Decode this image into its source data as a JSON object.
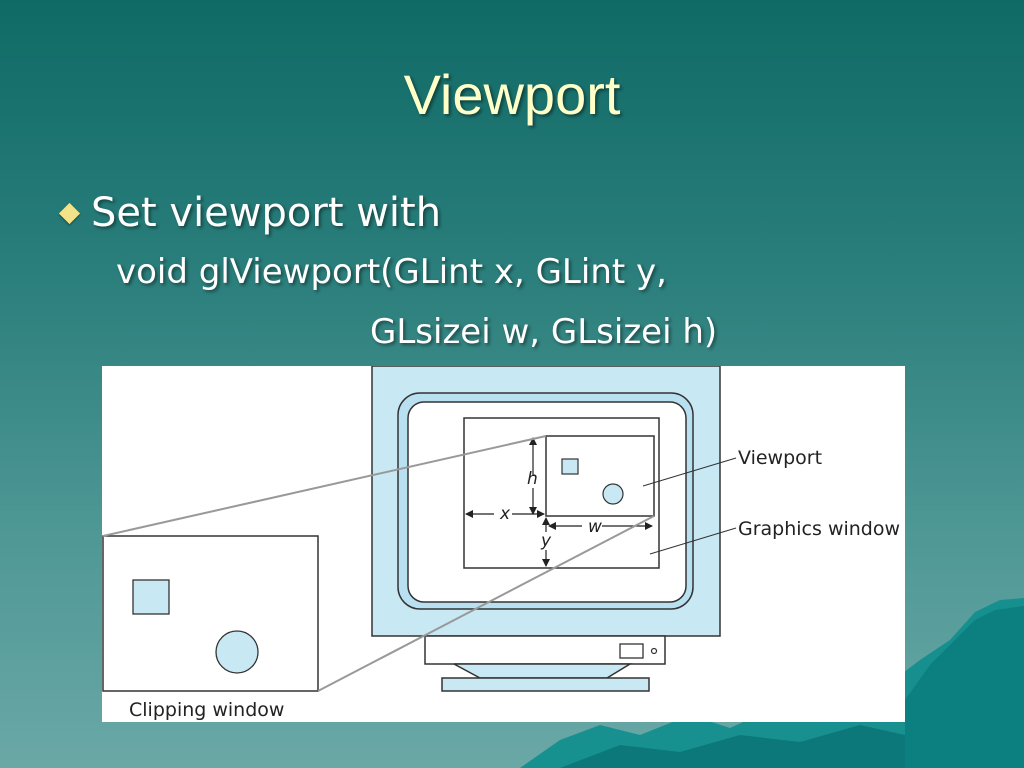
{
  "slide": {
    "title": "Viewport",
    "bullet": "Set viewport with",
    "code_line_1": "void glViewport(GLint x, GLint y,",
    "code_line_2": "GLsizei w, GLsizei h)"
  },
  "diagram": {
    "labels": {
      "viewport": "Viewport",
      "graphics_window": "Graphics window",
      "clipping_window": "Clipping window",
      "h": "h",
      "x": "x",
      "y": "y",
      "w": "w"
    },
    "colors": {
      "monitor_fill": "#c8e8f4",
      "shape_fill": "#c8e8f4",
      "outline": "#333333",
      "projection_line": "#999999"
    }
  }
}
